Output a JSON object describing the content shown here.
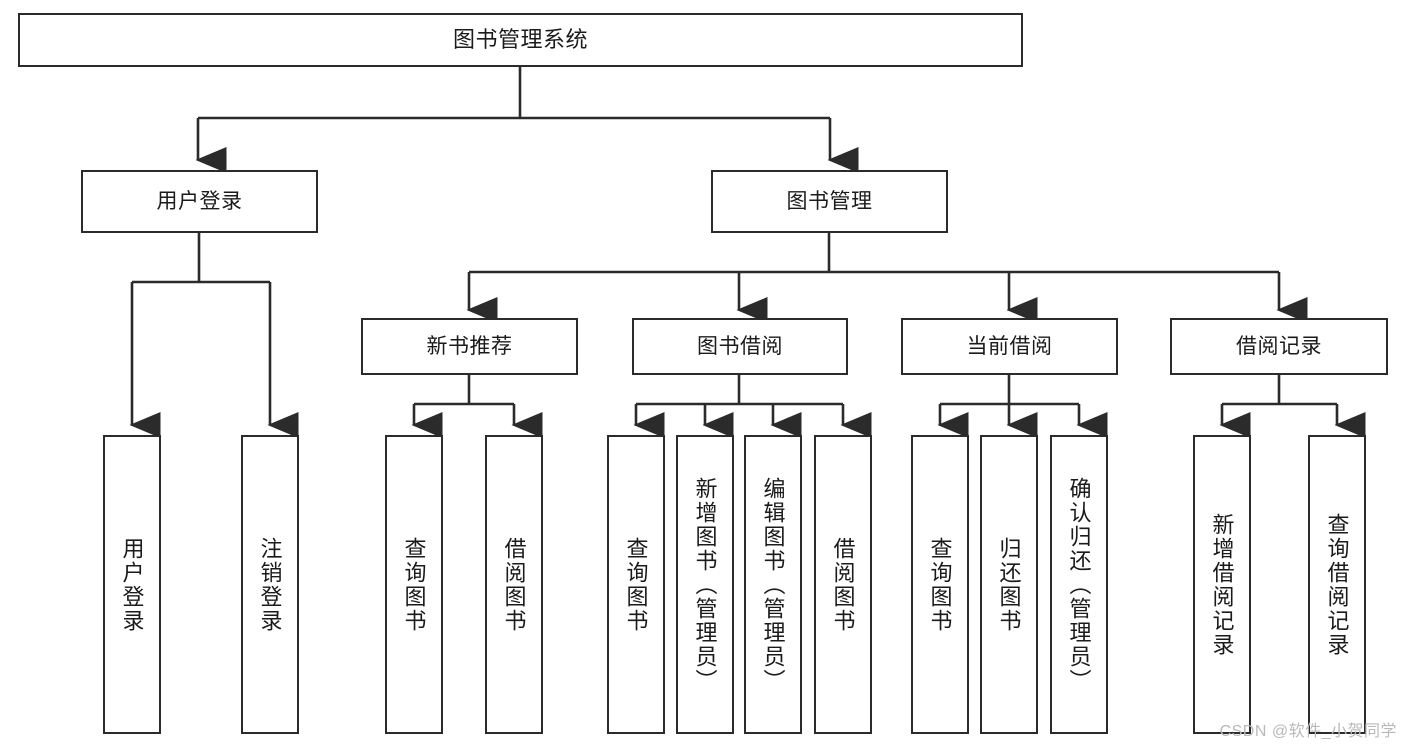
{
  "diagram": {
    "title": "图书管理系统",
    "type": "tree-hierarchy-chart",
    "root": {
      "label": "图书管理系统"
    },
    "level1": [
      {
        "label": "用户登录"
      },
      {
        "label": "图书管理"
      }
    ],
    "level2": [
      {
        "label": "新书推荐"
      },
      {
        "label": "图书借阅"
      },
      {
        "label": "当前借阅"
      },
      {
        "label": "借阅记录"
      }
    ],
    "leaves": {
      "user_login": [
        {
          "label": "用户登录"
        },
        {
          "label": "注销登录"
        }
      ],
      "new_book_recommend": [
        {
          "label": "查询图书"
        },
        {
          "label": "借阅图书"
        }
      ],
      "book_borrow": [
        {
          "label": "查询图书"
        },
        {
          "label": "新增图书（管理员）"
        },
        {
          "label": "编辑图书（管理员）"
        },
        {
          "label": "借阅图书"
        }
      ],
      "current_borrow": [
        {
          "label": "查询图书"
        },
        {
          "label": "归还图书"
        },
        {
          "label": "确认归还（管理员）"
        }
      ],
      "borrow_record": [
        {
          "label": "新增借阅记录"
        },
        {
          "label": "查询借阅记录"
        }
      ]
    }
  },
  "watermark": {
    "text": "CSDN @软件_小贺同学"
  },
  "colors": {
    "stroke": "#2b2b2b",
    "background": "#ffffff",
    "text": "#1b1b1b",
    "watermark": "#b9b9b9"
  }
}
